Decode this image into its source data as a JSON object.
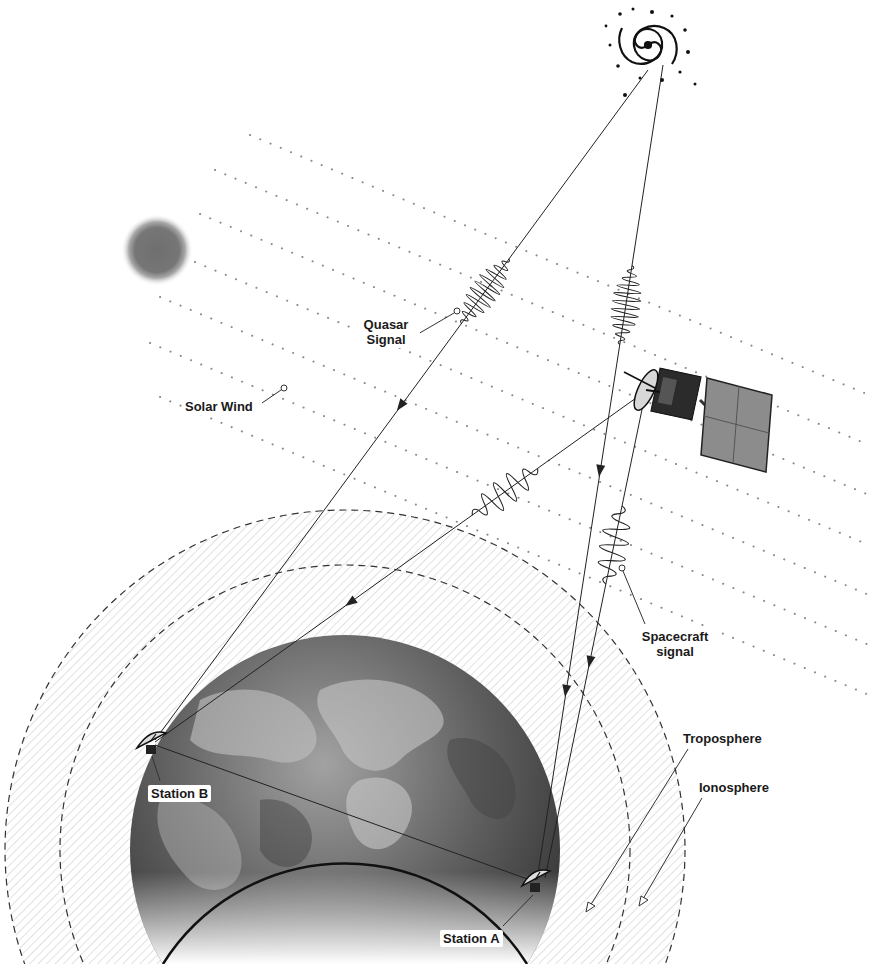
{
  "diagram": {
    "labels": [
      "Quasar Signal",
      "Solar Wind",
      "Spacecraft signal",
      "Troposphere",
      "Ionosphere",
      "Station B",
      "Station A"
    ]
  }
}
